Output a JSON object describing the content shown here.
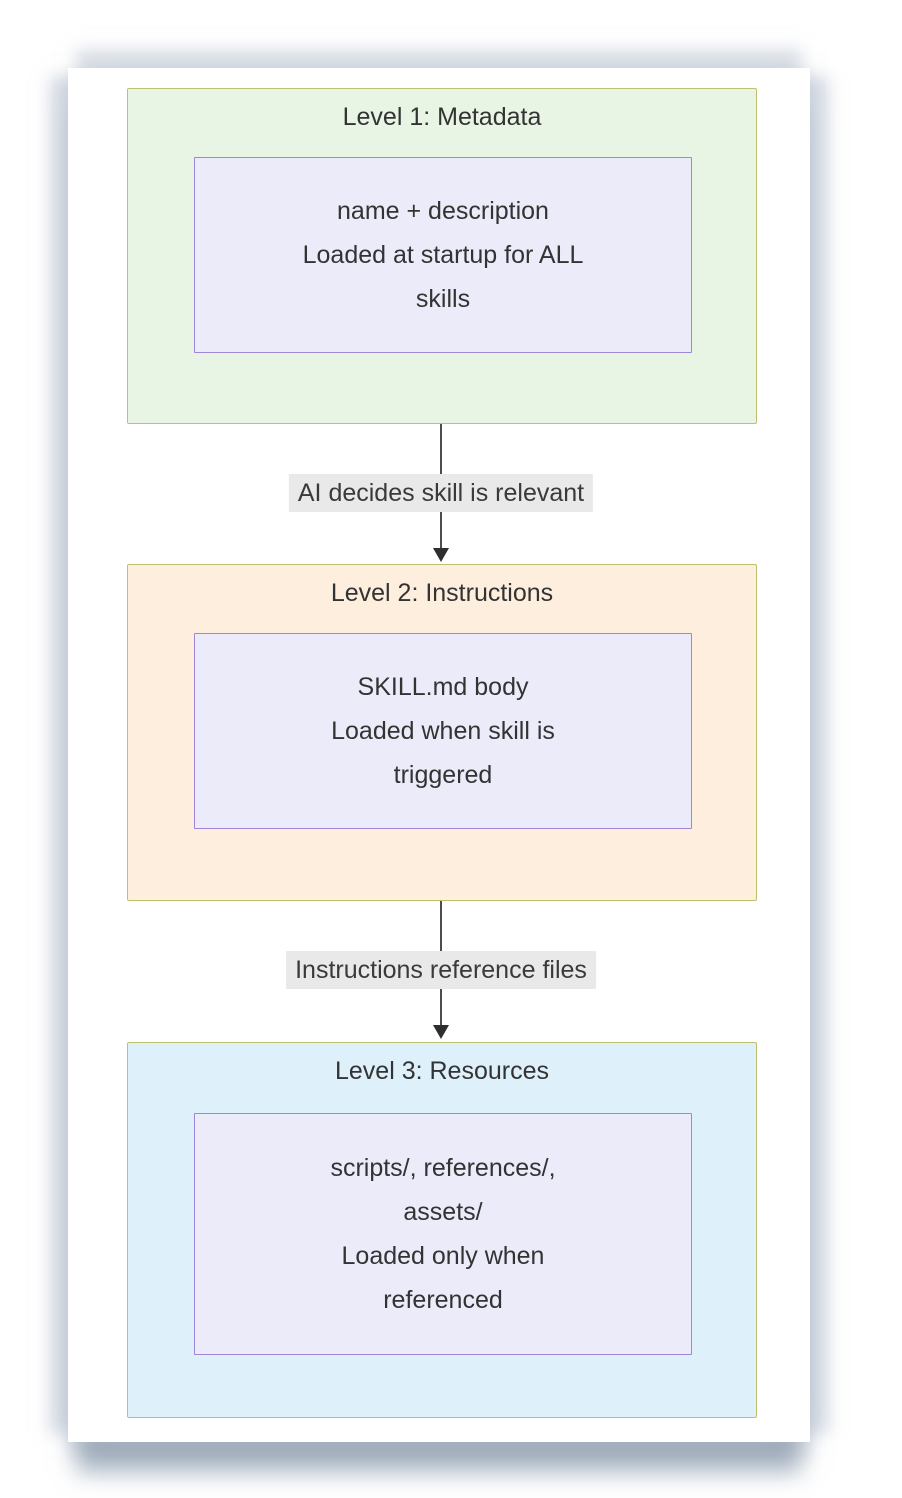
{
  "diagram": {
    "levels": [
      {
        "title": "Level 1: Metadata",
        "lines": [
          "name + description",
          "Loaded at startup for ALL",
          "skills"
        ],
        "fill": "#e8f4e4"
      },
      {
        "title": "Level 2: Instructions",
        "lines": [
          "SKILL.md body",
          "Loaded when skill is",
          "triggered"
        ],
        "fill": "#fdeedd"
      },
      {
        "title": "Level 3: Resources",
        "lines": [
          "scripts/, references/,",
          "assets/",
          "Loaded only when",
          "referenced"
        ],
        "fill": "#def0f9"
      }
    ],
    "edges": [
      {
        "label": "AI decides skill is relevant"
      },
      {
        "label": "Instructions reference files"
      }
    ],
    "colors": {
      "cluster_border": "#bdc06c",
      "node_fill": "#ebebfa",
      "node_border": "#9f86d8",
      "edge_label_bg": "#e9e9e9",
      "arrow": "#4d4d4d",
      "text": "#333333",
      "card_bg": "#ffffff",
      "shadow": "#8293a6"
    }
  }
}
